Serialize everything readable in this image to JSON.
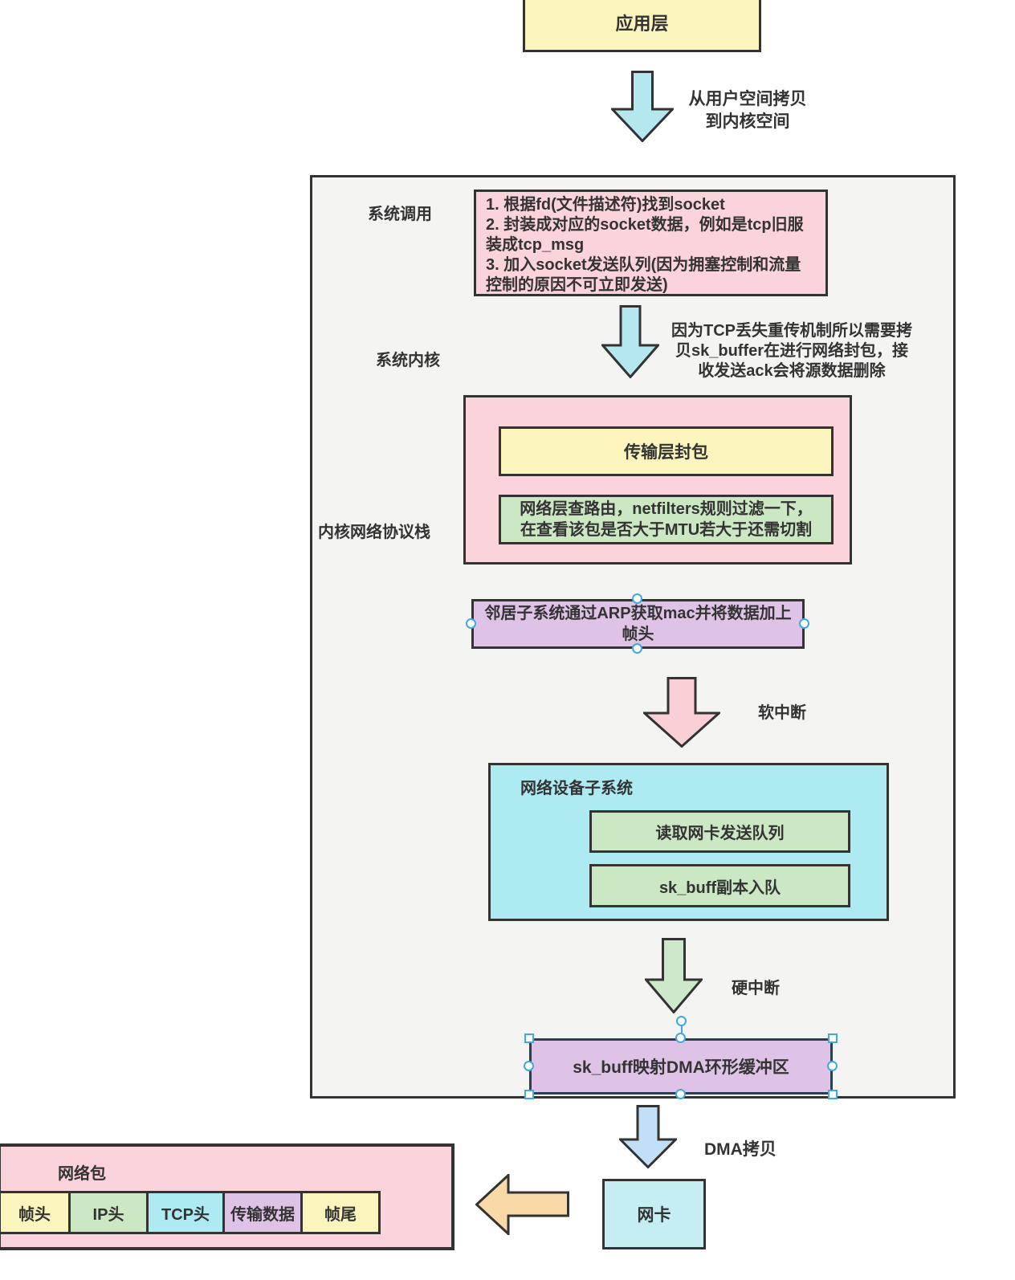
{
  "nodes": {
    "app_layer": {
      "label": "应用层"
    },
    "copy_arrow": {
      "label": "从用户空间拷贝\n到内核空间"
    },
    "kernel": {
      "syscall_label": "系统调用",
      "syscall_steps": [
        "1. 根据fd(文件描述符)找到socket",
        "2. 封装成对应的socket数据，例如是tcp旧服装成tcp_msg",
        "3. 加入socket发送队列(因为拥塞控制和流量控制的原因不可立即发送)"
      ],
      "kernel_label": "系统内核",
      "skbuffer_arrow_label": "因为TCP丢失重传机制所以需要拷\n贝sk_buffer在进行网络封包，接\n收发送ack会将源数据删除",
      "protocol_stack_label": "内核网络协议栈",
      "protocol_stack": {
        "transport_box": "传输层封包",
        "network_box": "网络层查路由，netfilters规则过滤一下，\n在查看该包是否大于MTU若大于还需切割"
      },
      "neighbor_box": "邻居子系统通过ARP获取mac并将数据加上\n帧头",
      "softirq_label": "软中断",
      "net_device": {
        "title": "网络设备子系统",
        "read_queue_box": "读取网卡发送队列",
        "skbuff_copy_box": "sk_buff副本入队"
      },
      "hardirq_label": "硬中断",
      "dma_ring_box": "sk_buff映射DMA环形缓冲区"
    },
    "dma_copy_label": "DMA拷贝",
    "nic_box": "网卡",
    "packet": {
      "title": "网络包",
      "segments": [
        "帧头",
        "IP头",
        "TCP头",
        "传输数据",
        "帧尾"
      ]
    }
  },
  "colors": {
    "box_yellow": "#FBF5BD",
    "box_pink": "#FAD3DB",
    "box_green": "#CBE7C3",
    "box_purple": "#DFC3E7",
    "box_cyan": "#ADEAF2",
    "box_cyan_light": "#C5EEF3",
    "arrow_cyan": "#B4E7EE",
    "arrow_pink": "#FBCFD6",
    "arrow_green": "#CDE8CA",
    "arrow_blue": "#C3DFF7",
    "arrow_orange": "#FAD9A8",
    "border": "#333333",
    "selected_border": "#2C3E50",
    "selection_handle": "#3FA9E0",
    "container_bg": "#F4F4F3"
  }
}
